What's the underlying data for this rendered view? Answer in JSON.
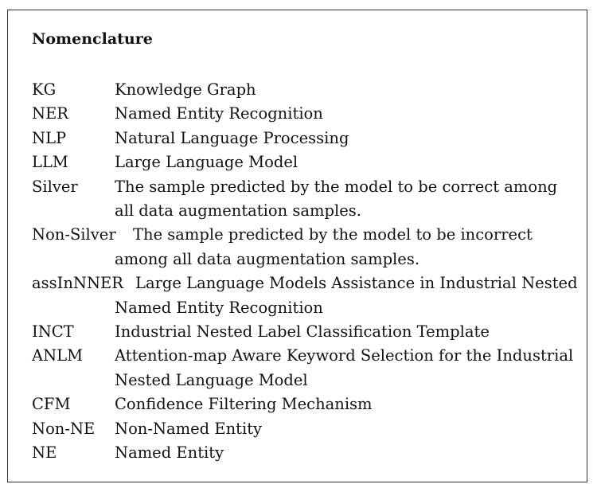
{
  "title": "Nomenclature",
  "entries": [
    {
      "abbr": "KG",
      "definition": "Knowledge Graph"
    },
    {
      "abbr": "NER",
      "definition": "Named Entity Recognition"
    },
    {
      "abbr": "NLP",
      "definition": "Natural Language Processing"
    },
    {
      "abbr": "LLM",
      "definition": "Large Language Model"
    },
    {
      "abbr": "Silver",
      "definition": "The sample predicted by the model to be correct among all data augmentation samples."
    },
    {
      "abbr": "Non-Silver",
      "definition": "The sample predicted by the model to be incorrect among all data augmentation samples."
    },
    {
      "abbr": "assInNNER",
      "definition": "Large Language Models Assistance in Industrial Nested Named Entity Recognition"
    },
    {
      "abbr": "INCT",
      "definition": "Industrial Nested Label Classification Template"
    },
    {
      "abbr": "ANLM",
      "definition": "Attention-map Aware Keyword Selection for the Industrial Nested Language Model"
    },
    {
      "abbr": "CFM",
      "definition": "Confidence Filtering Mechanism"
    },
    {
      "abbr": "Non-NE",
      "definition": "Non-Named Entity"
    },
    {
      "abbr": "NE",
      "definition": "Named Entity"
    }
  ]
}
